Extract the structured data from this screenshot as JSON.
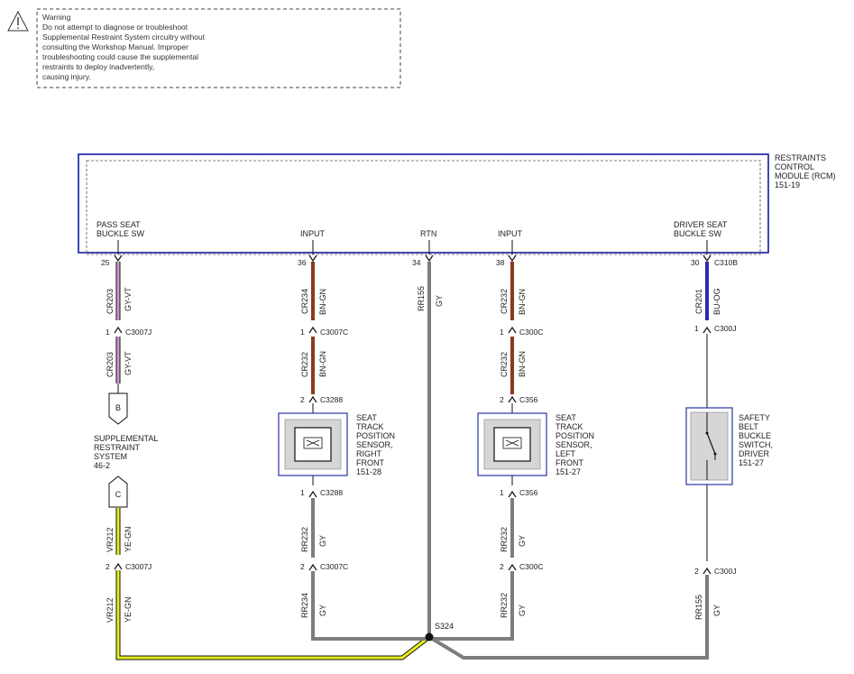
{
  "warning": {
    "lines": [
      "Warning",
      "Do not attempt to diagnose or troubleshoot",
      "Supplemental Restraint System circuitry without",
      "consulting the Workshop Manual. Improper",
      "troubleshooting could cause the supplemental",
      "restraints to deploy inadvertently,",
      "causing injury."
    ]
  },
  "module": {
    "name_lines": [
      "RESTRAINTS",
      "CONTROL",
      "MODULE (RCM)",
      "151-19"
    ],
    "pins": [
      {
        "label_lines": [
          "PASS SEAT",
          "BUCKLE SW"
        ],
        "pin": "25"
      },
      {
        "label_lines": [
          "INPUT"
        ],
        "pin": "36"
      },
      {
        "label_lines": [
          "RTN"
        ],
        "pin": "34"
      },
      {
        "label_lines": [
          "INPUT"
        ],
        "pin": "38"
      },
      {
        "label_lines": [
          "DRIVER SEAT",
          "BUCKLE SW"
        ],
        "pin": "30",
        "connector": "C310B"
      }
    ]
  },
  "circuits": [
    {
      "circuit": "CR203",
      "color": "GY-VT"
    },
    {
      "circuit": "CR203",
      "color": "GY-VT"
    },
    {
      "circuit": "VR212",
      "color": "YE-GN"
    },
    {
      "circuit": "VR212",
      "color": "YE-GN"
    },
    {
      "circuit": "CR234",
      "color": "BN-GN"
    },
    {
      "circuit": "CR232",
      "color": "BN-GN"
    },
    {
      "circuit": "RR232",
      "color": "GY"
    },
    {
      "circuit": "RR234",
      "color": "GY"
    },
    {
      "circuit": "RR155",
      "color": "GY"
    },
    {
      "circuit": "CR232",
      "color": "BN-GN"
    },
    {
      "circuit": "CR232",
      "color": "BN-GN"
    },
    {
      "circuit": "RR232",
      "color": "GY"
    },
    {
      "circuit": "RR232",
      "color": "GY"
    },
    {
      "circuit": "CR201",
      "color": "BU-OG"
    },
    {
      "circuit": "RR155",
      "color": "GY"
    }
  ],
  "connectors": [
    {
      "pin": "1",
      "name": "C3007J"
    },
    {
      "pin": "2",
      "name": "C3007J"
    },
    {
      "pin": "1",
      "name": "C3007C"
    },
    {
      "pin": "2",
      "name": "C3288"
    },
    {
      "pin": "1",
      "name": "C3288"
    },
    {
      "pin": "2",
      "name": "C3007C"
    },
    {
      "pin": "1",
      "name": "C300C"
    },
    {
      "pin": "2",
      "name": "C356"
    },
    {
      "pin": "1",
      "name": "C356"
    },
    {
      "pin": "2",
      "name": "C300C"
    },
    {
      "pin": "1",
      "name": "C300J"
    },
    {
      "pin": "2",
      "name": "C300J"
    }
  ],
  "page_refs": {
    "b": "B",
    "c": "C",
    "system_lines": [
      "SUPPLEMENTAL",
      "RESTRAINT",
      "SYSTEM",
      "46-2"
    ]
  },
  "components": {
    "sensor_right": [
      "SEAT",
      "TRACK",
      "POSITION",
      "SENSOR,",
      "RIGHT",
      "FRONT",
      "151-28"
    ],
    "sensor_left": [
      "SEAT",
      "TRACK",
      "POSITION",
      "SENSOR,",
      "LEFT",
      "FRONT",
      "151-27"
    ],
    "switch_driver": [
      "SAFETY",
      "BELT",
      "BUCKLE",
      "SWITCH,",
      "DRIVER",
      "151-27"
    ]
  },
  "splice": {
    "name": "S324"
  },
  "wire_colors": {
    "gy_vt": "#c99ad0",
    "ye_gn": "#e6ee1a",
    "bn_gn": "#8b3a1e",
    "gy": "#7d7d7d",
    "bu_og": "#2b2bb0",
    "black": "#111111",
    "module_border": "#2a35a8"
  }
}
